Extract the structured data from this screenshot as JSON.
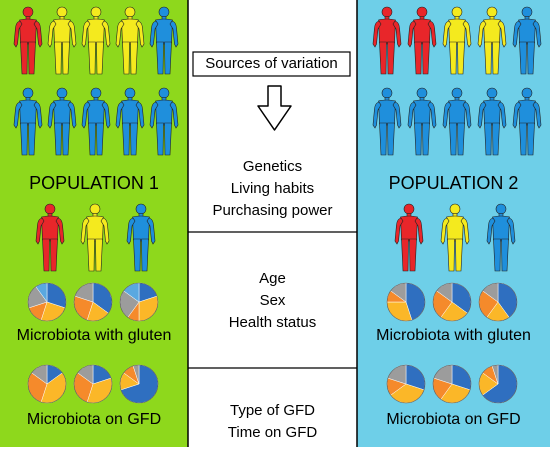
{
  "colors": {
    "left_panel": "#8ed81c",
    "right_panel": "#6ecfe8",
    "red": "#e8262a",
    "yellow": "#f4ea1e",
    "blue": "#1f8fdc",
    "outline": "#222222",
    "pie_palette": [
      "#2f6fc0",
      "#fbb728",
      "#f58a2b",
      "#9c9c9c",
      "#5aa8e0"
    ]
  },
  "left": {
    "title": "POPULATION 1",
    "gluten_label": "Microbiota with gluten",
    "gfd_label": "Microbiota on GFD",
    "figure_rows": [
      [
        "red",
        "yellow",
        "yellow",
        "yellow",
        "blue"
      ],
      [
        "blue",
        "blue",
        "blue",
        "blue",
        "blue"
      ]
    ],
    "sample_figures": [
      "red",
      "yellow",
      "blue"
    ]
  },
  "right": {
    "title": "POPULATION 2",
    "gluten_label": "Microbiota with gluten",
    "gfd_label": "Microbiota on GFD",
    "figure_rows": [
      [
        "red",
        "red",
        "yellow",
        "yellow",
        "blue"
      ],
      [
        "blue",
        "blue",
        "blue",
        "blue",
        "blue"
      ]
    ],
    "sample_figures": [
      "red",
      "yellow",
      "blue"
    ]
  },
  "center": {
    "header": "Sources of variation",
    "block1": [
      "Genetics",
      "Living habits",
      "Purchasing power"
    ],
    "block2": [
      "Age",
      "Sex",
      "Health status"
    ],
    "block3": [
      "Type of GFD",
      "Time on GFD"
    ]
  },
  "pies": {
    "left_gluten": [
      [
        0.3,
        0.25,
        0.15,
        0.2,
        0.1
      ],
      [
        0.35,
        0.2,
        0.25,
        0.2
      ],
      [
        0.2,
        0.3,
        0.1,
        0.25,
        0.15
      ]
    ],
    "left_gfd": [
      [
        0.15,
        0.4,
        0.3,
        0.15
      ],
      [
        0.2,
        0.35,
        0.3,
        0.15
      ],
      [
        0.7,
        0.15,
        0.1,
        0.05
      ]
    ],
    "right_gluten": [
      [
        0.45,
        0.3,
        0.1,
        0.15
      ],
      [
        0.35,
        0.25,
        0.25,
        0.15
      ],
      [
        0.4,
        0.2,
        0.25,
        0.15
      ]
    ],
    "right_gfd": [
      [
        0.3,
        0.35,
        0.15,
        0.2
      ],
      [
        0.3,
        0.3,
        0.2,
        0.2
      ],
      [
        0.65,
        0.2,
        0.1,
        0.05
      ]
    ]
  }
}
